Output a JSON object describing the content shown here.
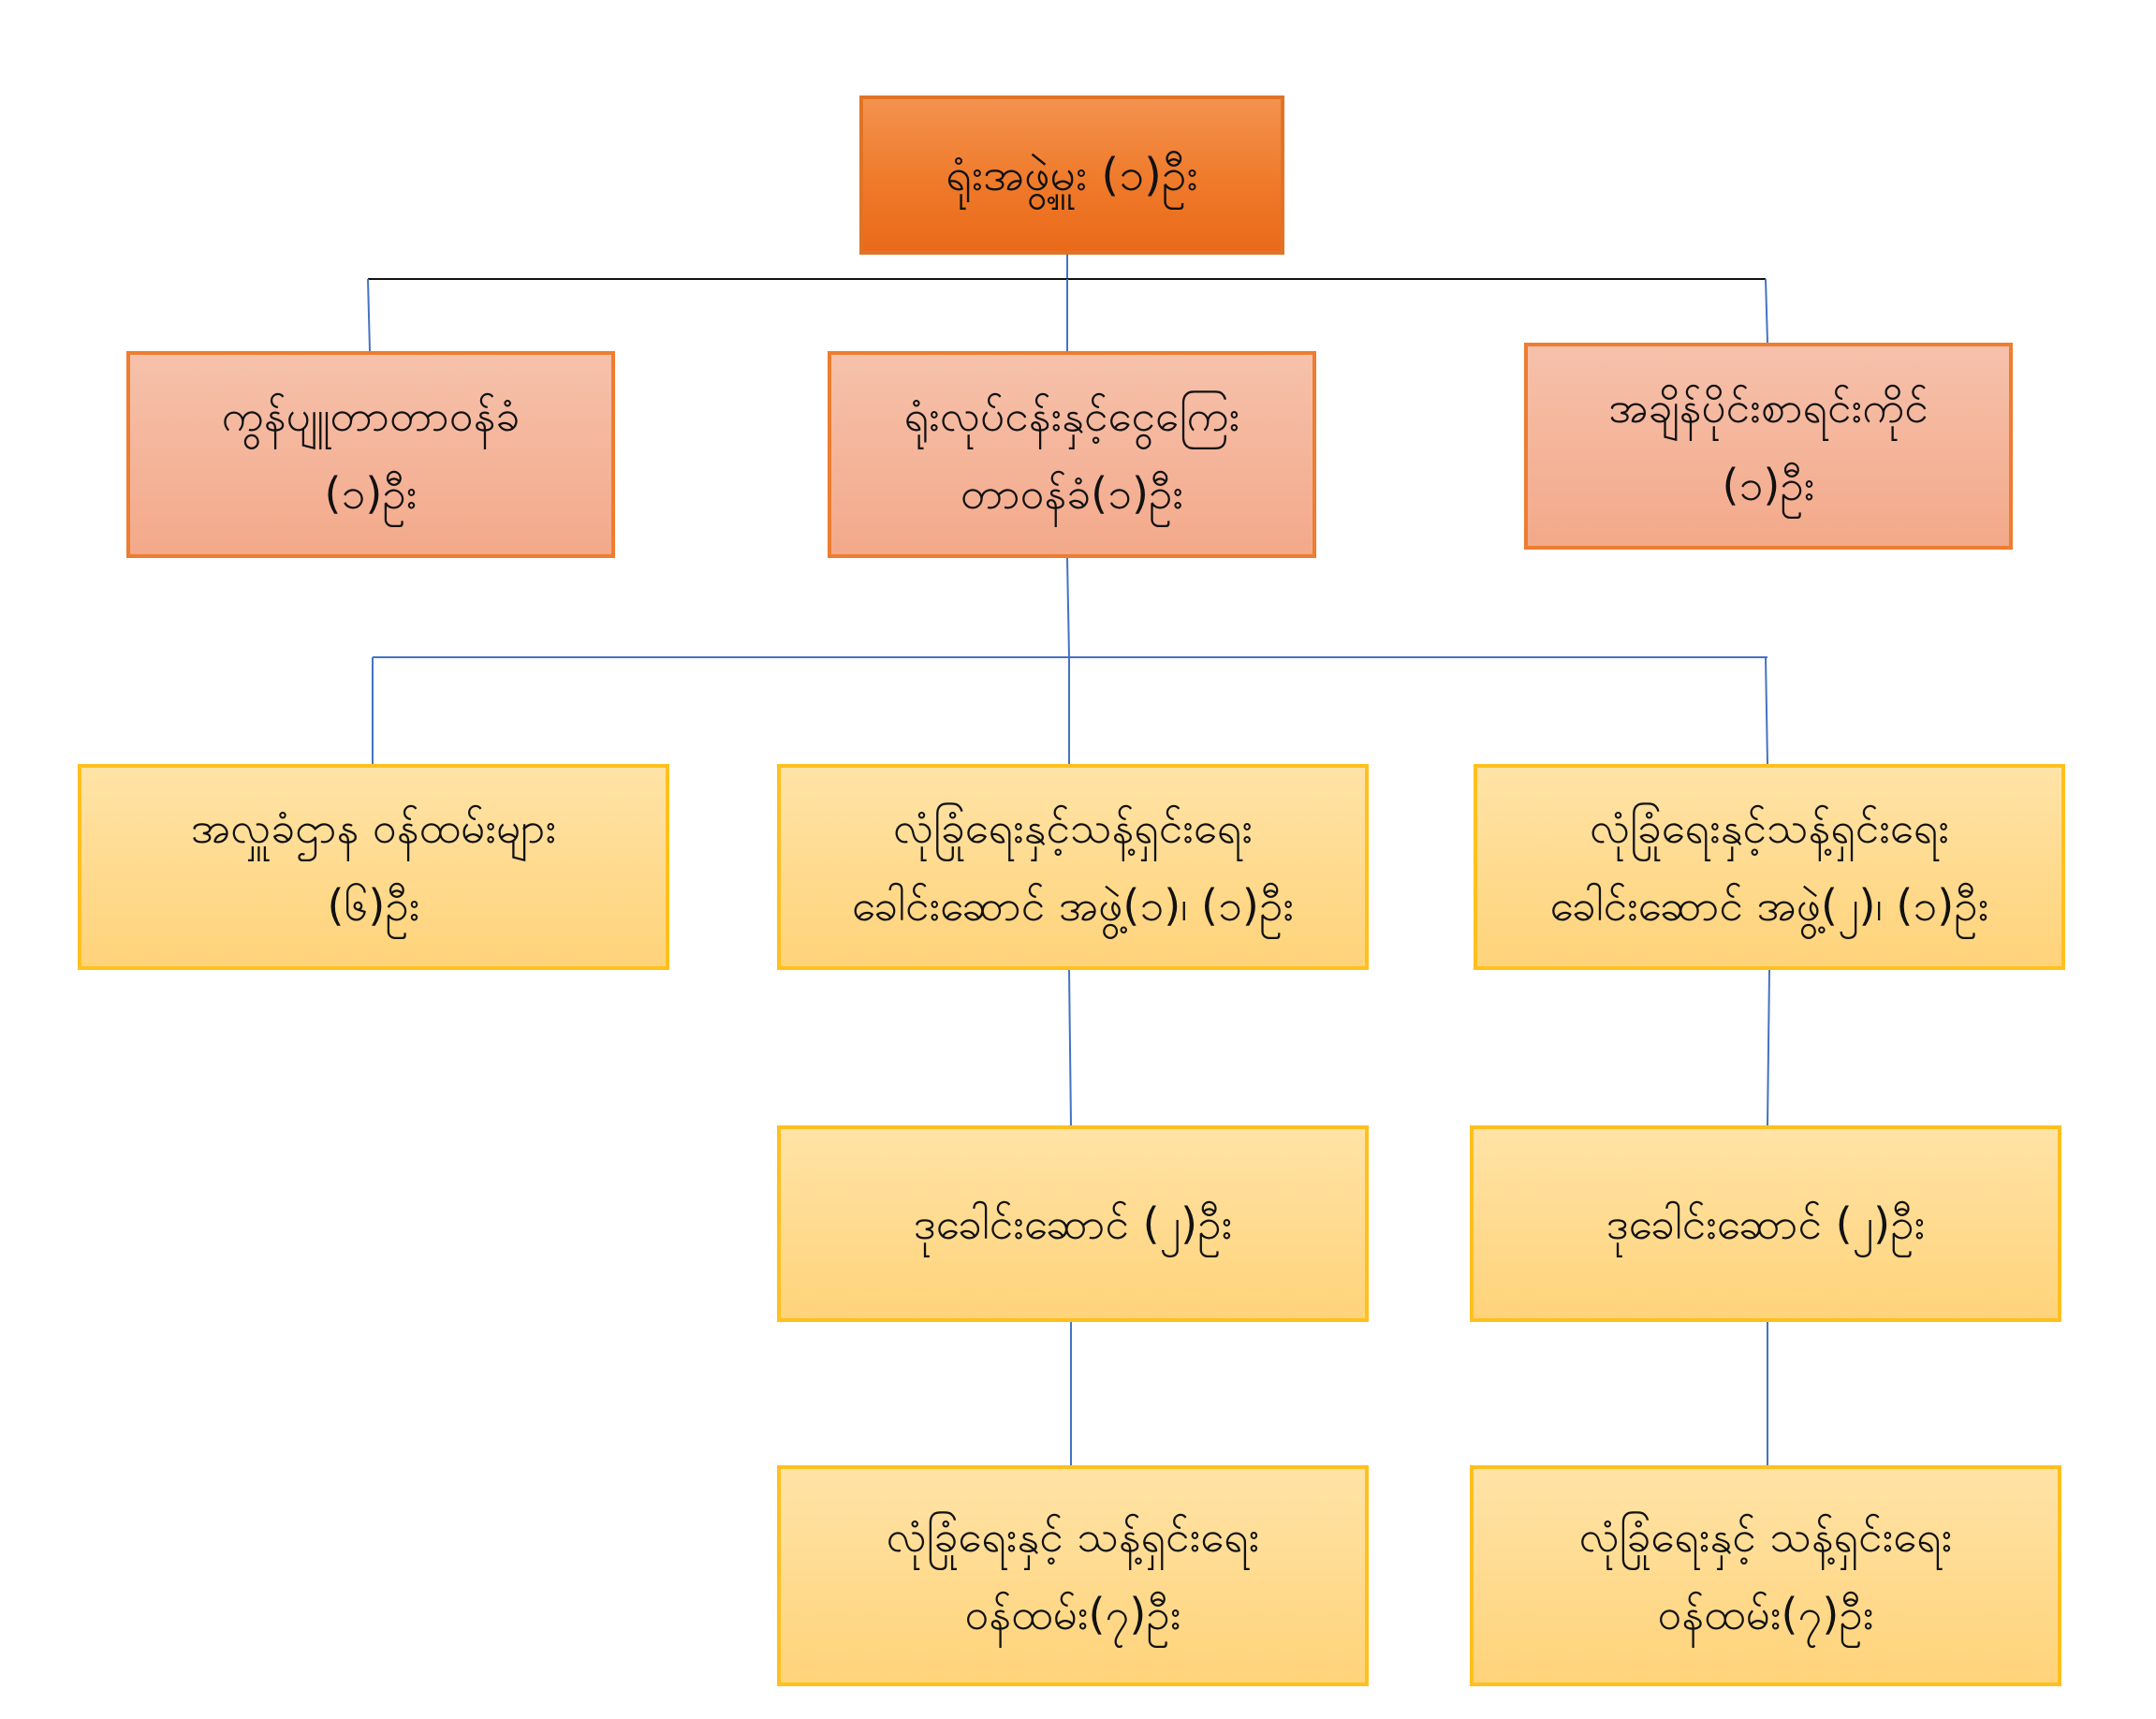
{
  "colors": {
    "top_fill": "#ef7a2a",
    "top_border": "#e07426",
    "mid_fill": "#f4b299",
    "mid_border": "#ed7d31",
    "low_fill": "#ffd98c",
    "low_border": "#ffc01e",
    "connector_dark": "#111111",
    "connector_blue": "#4472c4"
  },
  "nodes": {
    "head": {
      "lines": [
        "ရုံးအဖွဲ့မှူး (၁)ဦး"
      ]
    },
    "computer_operator": {
      "lines": [
        "ကွန်ပျူတာတာဝန်ခံ",
        "(၁)ဦး"
      ]
    },
    "office_finance": {
      "lines": [
        "ရုံးလုပ်ငန်းနှင့်ငွေကြေး",
        "တာဝန်ခံ(၁)ဦး"
      ]
    },
    "time_keeper": {
      "lines": [
        "အချိန်ပိုင်းစာရင်းကိုင်",
        "(၁)ဦး"
      ]
    },
    "duty_staff": {
      "lines": [
        "အလှူခံဌာန ဝန်ထမ်းများ",
        "(၆)ဦး"
      ]
    },
    "team1_leader": {
      "lines": [
        "လုံခြုံရေးနှင့်သန့်ရှင်းရေး",
        "ခေါင်းဆောင် အဖွဲ့(၁)၊ (၁)ဦး"
      ]
    },
    "team2_leader": {
      "lines": [
        "လုံခြုံရေးနှင့်သန့်ရှင်းရေး",
        "ခေါင်းဆောင် အဖွဲ့(၂)၊ (၁)ဦး"
      ]
    },
    "team1_deputy": {
      "lines": [
        "ဒုခေါင်းဆောင် (၂)ဦး"
      ]
    },
    "team2_deputy": {
      "lines": [
        "ဒုခေါင်းဆောင် (၂)ဦး"
      ]
    },
    "team1_staff": {
      "lines": [
        "လုံခြုံရေးနှင့် သန့်ရှင်းရေး",
        "ဝန်ထမ်း(၇)ဦး"
      ]
    },
    "team2_staff": {
      "lines": [
        "လုံခြုံရေးနှင့် သန့်ရှင်းရေး",
        "ဝန်ထမ်း(၇)ဦး"
      ]
    }
  }
}
